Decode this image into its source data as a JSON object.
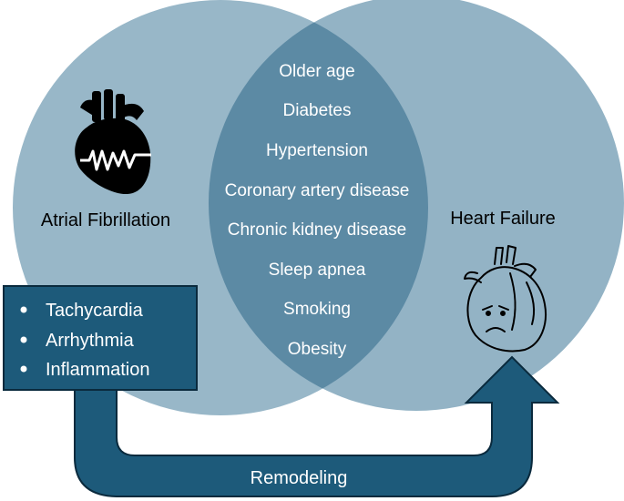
{
  "left_circle": {
    "label": "Atrial Fibrillation"
  },
  "right_circle": {
    "label": "Heart Failure"
  },
  "shared_factors": [
    "Older age",
    "Diabetes",
    "Hypertension",
    "Coronary artery disease",
    "Chronic kidney disease",
    "Sleep apnea",
    "Smoking",
    "Obesity"
  ],
  "mechanisms_box": {
    "items": [
      "Tachycardia",
      "Arrhythmia",
      "Inflammation"
    ]
  },
  "arrow": {
    "label": "Remodeling"
  },
  "colors": {
    "left_circle": "#98b7c8",
    "right_circle": "#93b3c5",
    "overlap": "#5c8aa4",
    "box": "#1d5a7a",
    "arrow": "#1d5a7a"
  },
  "icons": {
    "left": "heart-ecg-icon",
    "right": "sad-heart-icon"
  }
}
